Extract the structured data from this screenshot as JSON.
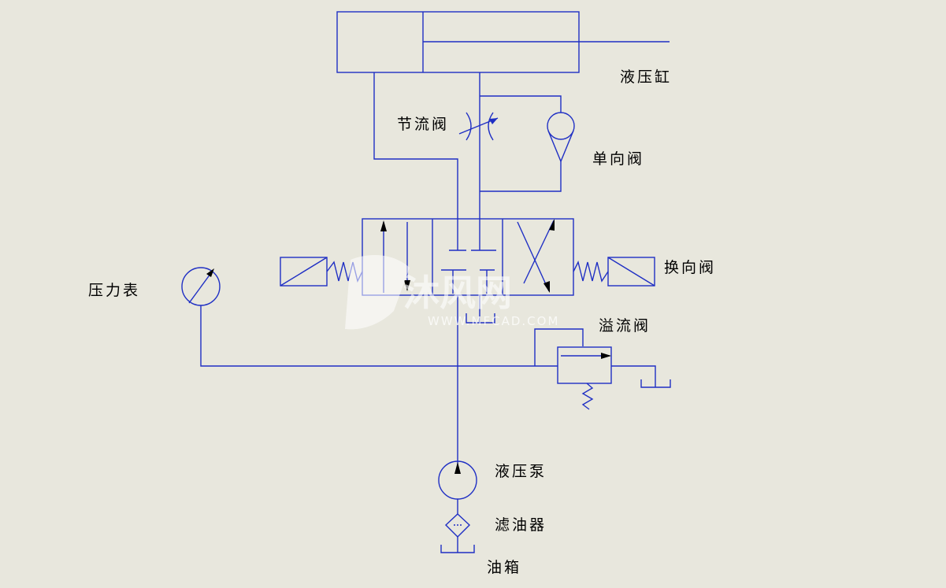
{
  "labels": {
    "cylinder": "液压缸",
    "throttle_valve": "节流阀",
    "check_valve": "单向阀",
    "pressure_gauge": "压力表",
    "directional_valve": "换向阀",
    "relief_valve": "溢流阀",
    "pump": "液压泵",
    "filter": "滤油器",
    "tank": "油箱"
  },
  "watermark": {
    "brand": "沐风网",
    "url": "WWW.MFCAD.COM"
  },
  "colors": {
    "line": "#1f2fc4",
    "background": "#e8e7dd"
  }
}
